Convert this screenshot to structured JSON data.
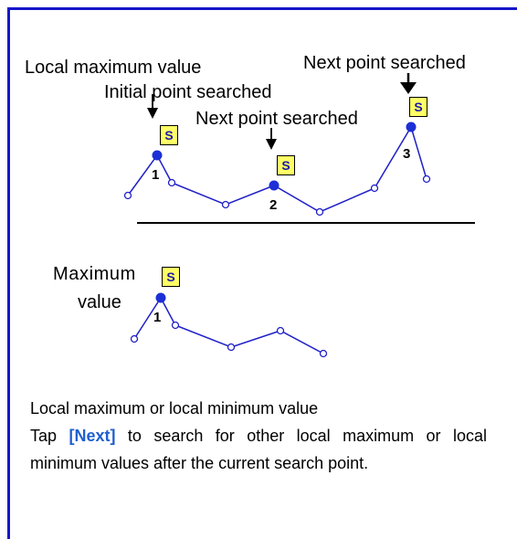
{
  "colors": {
    "frame": "#1515c8",
    "curve": "#2020c8",
    "point_fill": "#1c2fd6",
    "badge_bg": "#ffff66",
    "badge_text": "#1a1aa8",
    "link": "#1f5fd0"
  },
  "top_diagram": {
    "label_local_max": "Local maximum value",
    "label_initial": "Initial point searched",
    "label_next_1": "Next point searched",
    "label_next_2": "Next point searched",
    "marker": "S",
    "point_numbers": [
      "1",
      "2",
      "3"
    ]
  },
  "bottom_diagram": {
    "label_line1": "Maximum",
    "label_line2": "value",
    "marker": "S",
    "point_number": "1"
  },
  "description": {
    "title": "Local maximum or local minimum value",
    "tap_prefix": "Tap ",
    "next_link": "[Next]",
    "tap_rest": " to search for other local maximum or local minimum values after the current search point."
  }
}
